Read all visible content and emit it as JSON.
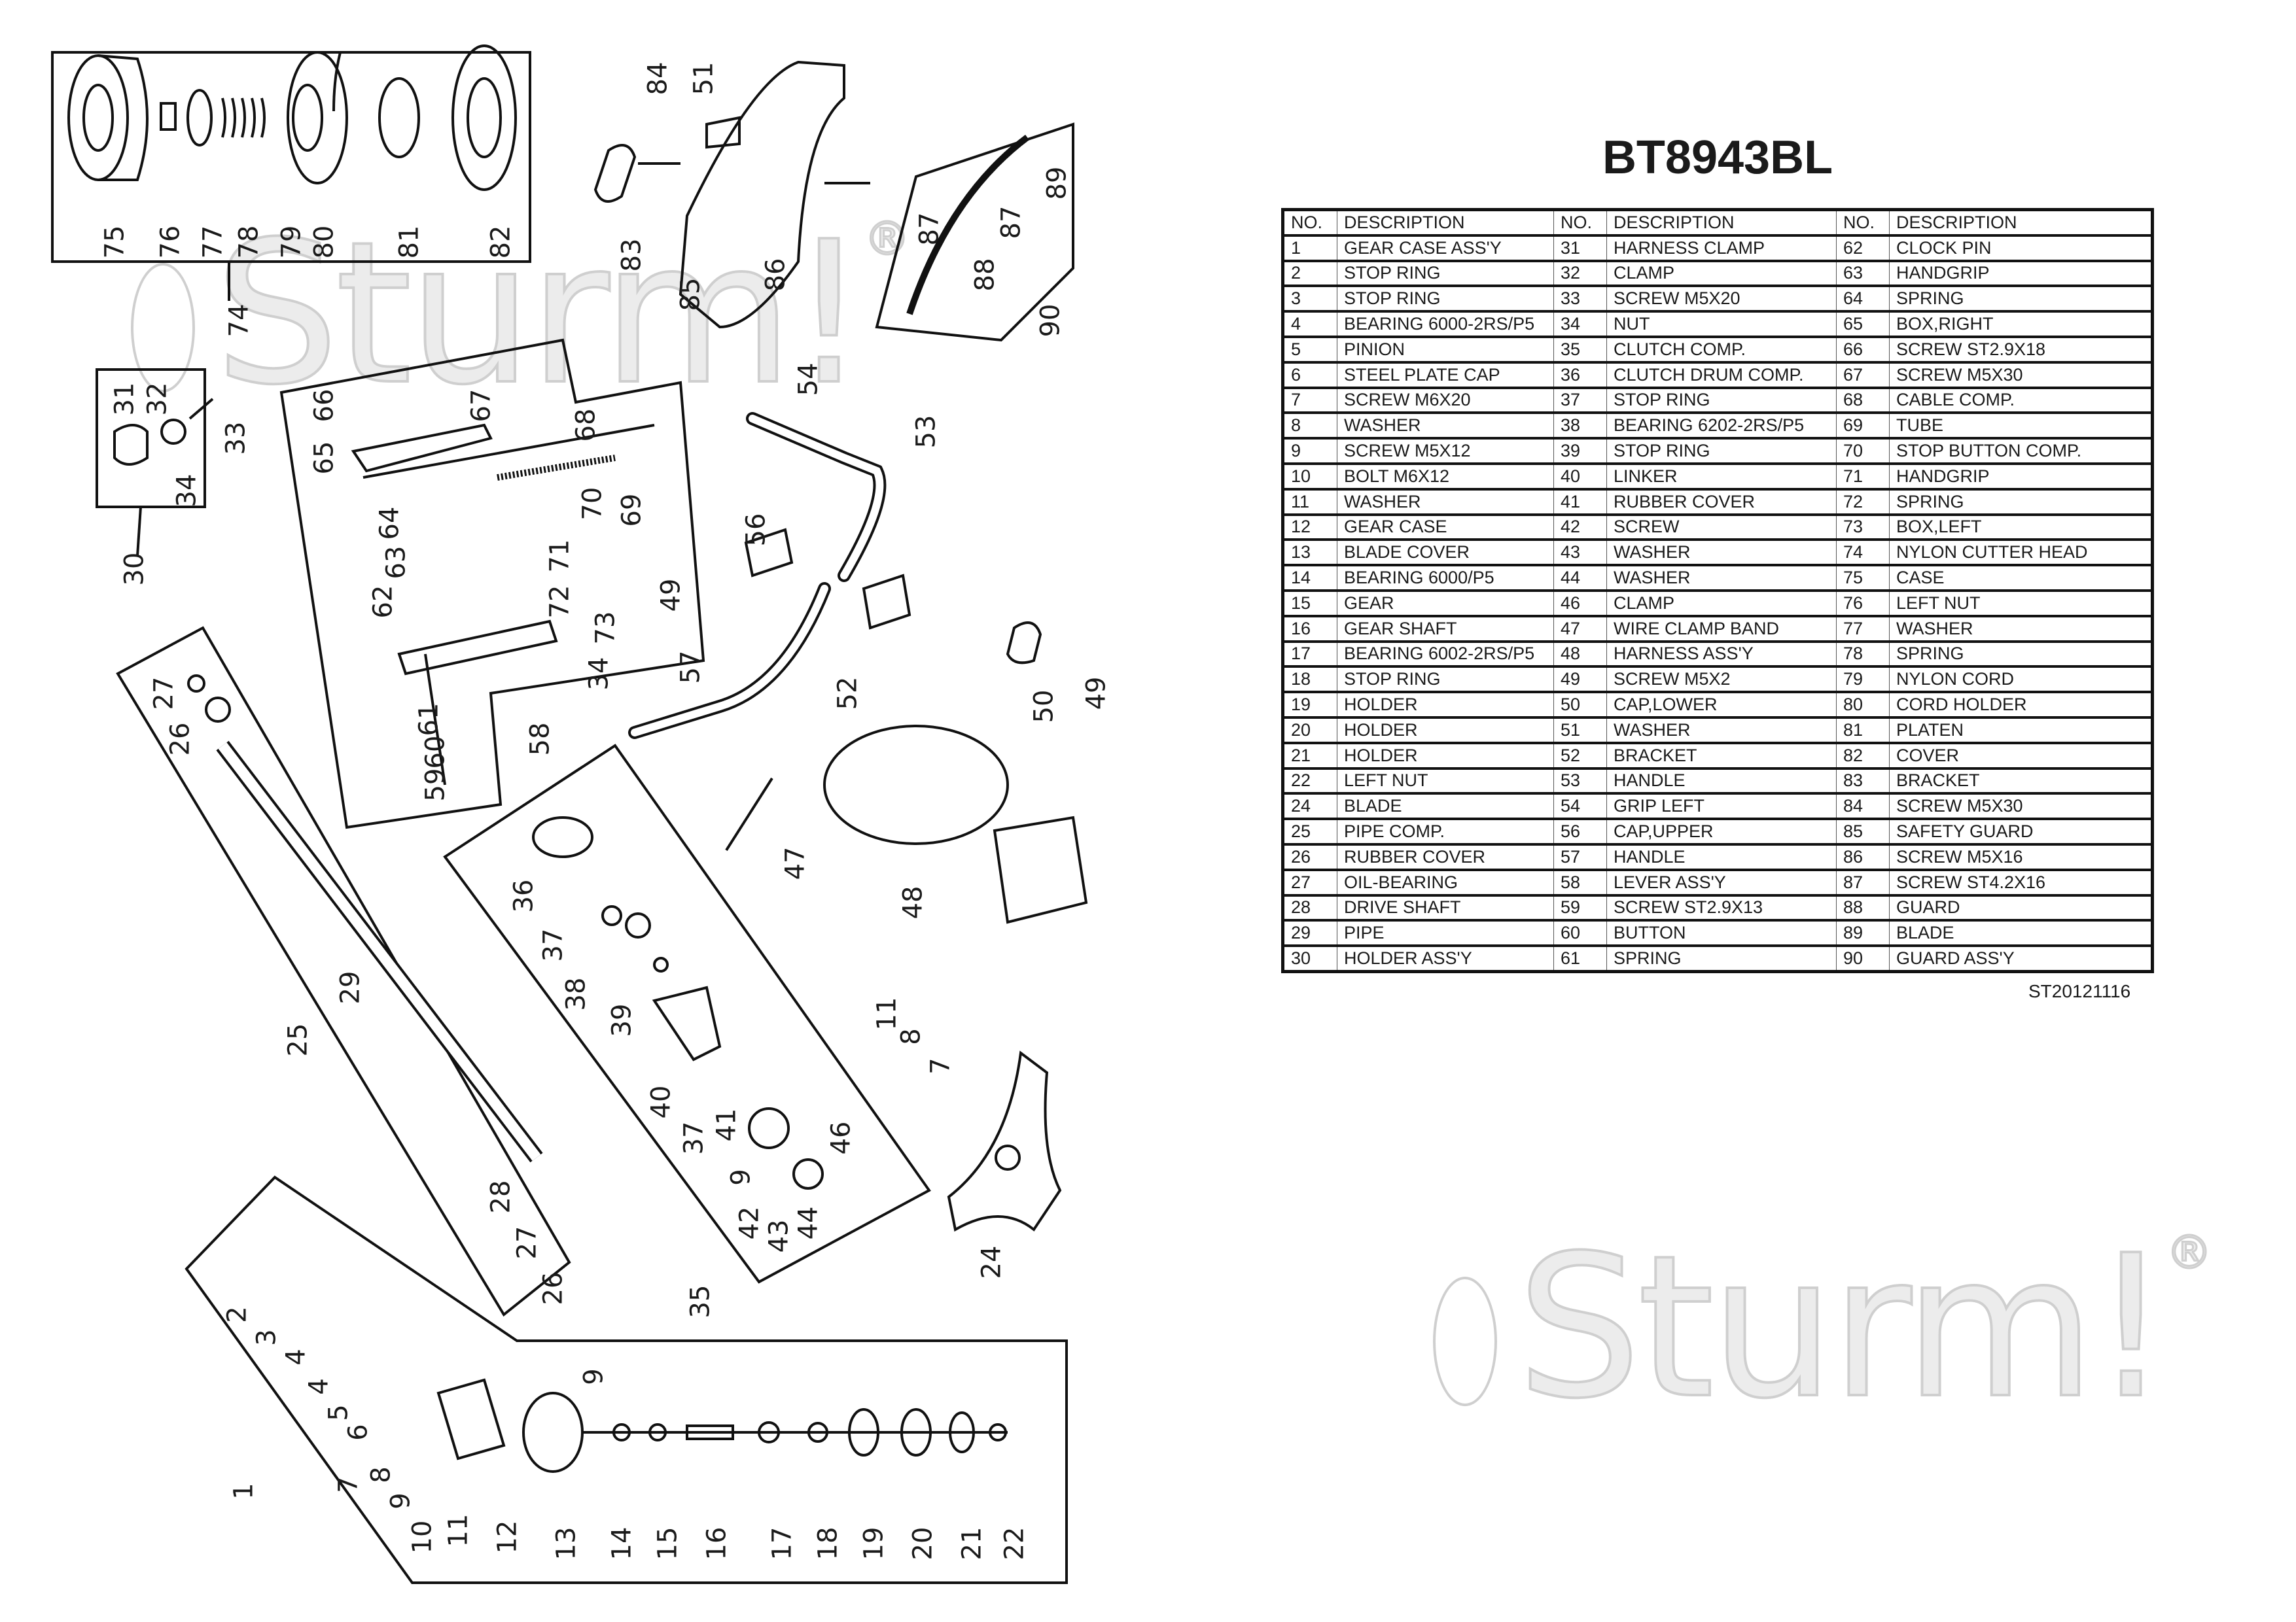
{
  "document": {
    "model": "BT8943BL",
    "doc_code": "ST20121116",
    "brand_watermark": "Sturm!",
    "registered_mark": "®"
  },
  "table": {
    "headers": {
      "no": "NO.",
      "description": "DESCRIPTION"
    },
    "rows": [
      [
        {
          "no": "1",
          "desc": "GEAR CASE ASS'Y"
        },
        {
          "no": "31",
          "desc": "HARNESS CLAMP"
        },
        {
          "no": "62",
          "desc": "CLOCK PIN"
        }
      ],
      [
        {
          "no": "2",
          "desc": "STOP RING"
        },
        {
          "no": "32",
          "desc": "CLAMP"
        },
        {
          "no": "63",
          "desc": "HANDGRIP"
        }
      ],
      [
        {
          "no": "3",
          "desc": "STOP RING"
        },
        {
          "no": "33",
          "desc": "SCREW M5X20"
        },
        {
          "no": "64",
          "desc": "SPRING"
        }
      ],
      [
        {
          "no": "4",
          "desc": "BEARING 6000-2RS/P5"
        },
        {
          "no": "34",
          "desc": "NUT"
        },
        {
          "no": "65",
          "desc": "BOX,RIGHT"
        }
      ],
      [
        {
          "no": "5",
          "desc": "PINION"
        },
        {
          "no": "35",
          "desc": "CLUTCH COMP."
        },
        {
          "no": "66",
          "desc": "SCREW ST2.9X18"
        }
      ],
      [
        {
          "no": "6",
          "desc": "STEEL PLATE CAP"
        },
        {
          "no": "36",
          "desc": "CLUTCH DRUM COMP."
        },
        {
          "no": "67",
          "desc": "SCREW M5X30"
        }
      ],
      [
        {
          "no": "7",
          "desc": "SCREW M6X20"
        },
        {
          "no": "37",
          "desc": "STOP RING"
        },
        {
          "no": "68",
          "desc": "CABLE COMP."
        }
      ],
      [
        {
          "no": "8",
          "desc": "WASHER"
        },
        {
          "no": "38",
          "desc": "BEARING 6202-2RS/P5"
        },
        {
          "no": "69",
          "desc": "TUBE"
        }
      ],
      [
        {
          "no": "9",
          "desc": "SCREW M5X12"
        },
        {
          "no": "39",
          "desc": "STOP RING"
        },
        {
          "no": "70",
          "desc": "STOP BUTTON COMP."
        }
      ],
      [
        {
          "no": "10",
          "desc": "BOLT M6X12"
        },
        {
          "no": "40",
          "desc": "LINKER"
        },
        {
          "no": "71",
          "desc": "HANDGRIP"
        }
      ],
      [
        {
          "no": "11",
          "desc": "WASHER"
        },
        {
          "no": "41",
          "desc": "RUBBER COVER"
        },
        {
          "no": "72",
          "desc": "SPRING"
        }
      ],
      [
        {
          "no": "12",
          "desc": "GEAR CASE"
        },
        {
          "no": "42",
          "desc": "SCREW"
        },
        {
          "no": "73",
          "desc": "BOX,LEFT"
        }
      ],
      [
        {
          "no": "13",
          "desc": "BLADE COVER"
        },
        {
          "no": "43",
          "desc": "WASHER"
        },
        {
          "no": "74",
          "desc": "NYLON CUTTER HEAD"
        }
      ],
      [
        {
          "no": "14",
          "desc": "BEARING 6000/P5"
        },
        {
          "no": "44",
          "desc": "WASHER"
        },
        {
          "no": "75",
          "desc": "CASE"
        }
      ],
      [
        {
          "no": "15",
          "desc": "GEAR"
        },
        {
          "no": "46",
          "desc": "CLAMP"
        },
        {
          "no": "76",
          "desc": "LEFT NUT"
        }
      ],
      [
        {
          "no": "16",
          "desc": "GEAR SHAFT"
        },
        {
          "no": "47",
          "desc": "WIRE CLAMP BAND"
        },
        {
          "no": "77",
          "desc": "WASHER"
        }
      ],
      [
        {
          "no": "17",
          "desc": "BEARING 6002-2RS/P5"
        },
        {
          "no": "48",
          "desc": "HARNESS ASS'Y"
        },
        {
          "no": "78",
          "desc": "SPRING"
        }
      ],
      [
        {
          "no": "18",
          "desc": "STOP RING"
        },
        {
          "no": "49",
          "desc": "SCREW M5X2"
        },
        {
          "no": "79",
          "desc": "NYLON CORD"
        }
      ],
      [
        {
          "no": "19",
          "desc": "HOLDER"
        },
        {
          "no": "50",
          "desc": "CAP,LOWER"
        },
        {
          "no": "80",
          "desc": "CORD HOLDER"
        }
      ],
      [
        {
          "no": "20",
          "desc": "HOLDER"
        },
        {
          "no": "51",
          "desc": "WASHER"
        },
        {
          "no": "81",
          "desc": "PLATEN"
        }
      ],
      [
        {
          "no": "21",
          "desc": "HOLDER"
        },
        {
          "no": "52",
          "desc": "BRACKET"
        },
        {
          "no": "82",
          "desc": "COVER"
        }
      ],
      [
        {
          "no": "22",
          "desc": "LEFT NUT"
        },
        {
          "no": "53",
          "desc": "HANDLE"
        },
        {
          "no": "83",
          "desc": "BRACKET"
        }
      ],
      [
        {
          "no": "24",
          "desc": "BLADE"
        },
        {
          "no": "54",
          "desc": "GRIP LEFT"
        },
        {
          "no": "84",
          "desc": "SCREW M5X30"
        }
      ],
      [
        {
          "no": "25",
          "desc": "PIPE COMP."
        },
        {
          "no": "56",
          "desc": "CAP,UPPER"
        },
        {
          "no": "85",
          "desc": "SAFETY GUARD"
        }
      ],
      [
        {
          "no": "26",
          "desc": "RUBBER COVER"
        },
        {
          "no": "57",
          "desc": "HANDLE"
        },
        {
          "no": "86",
          "desc": "SCREW M5X16"
        }
      ],
      [
        {
          "no": "27",
          "desc": "OIL-BEARING"
        },
        {
          "no": "58",
          "desc": "LEVER ASS'Y"
        },
        {
          "no": "87",
          "desc": "SCREW ST4.2X16"
        }
      ],
      [
        {
          "no": "28",
          "desc": "DRIVE SHAFT"
        },
        {
          "no": "59",
          "desc": "SCREW ST2.9X13"
        },
        {
          "no": "88",
          "desc": "GUARD"
        }
      ],
      [
        {
          "no": "29",
          "desc": "PIPE"
        },
        {
          "no": "60",
          "desc": "BUTTON"
        },
        {
          "no": "89",
          "desc": "BLADE"
        }
      ],
      [
        {
          "no": "30",
          "desc": "HOLDER ASS'Y"
        },
        {
          "no": "61",
          "desc": "SPRING"
        },
        {
          "no": "90",
          "desc": "GUARD ASS'Y"
        }
      ]
    ]
  },
  "diagram": {
    "callouts": [
      "75",
      "76",
      "77",
      "78",
      "79",
      "80",
      "81",
      "82",
      "74",
      "84",
      "51",
      "83",
      "85",
      "86",
      "87",
      "88",
      "87",
      "89",
      "90",
      "31",
      "32",
      "33",
      "34",
      "30",
      "66",
      "67",
      "68",
      "65",
      "69",
      "64",
      "70",
      "63",
      "71",
      "62",
      "72",
      "73",
      "34",
      "61",
      "60",
      "59",
      "58",
      "54",
      "53",
      "56",
      "49",
      "57",
      "52",
      "50",
      "49",
      "27",
      "26",
      "29",
      "25",
      "28",
      "27",
      "26",
      "47",
      "48",
      "36",
      "37",
      "38",
      "39",
      "40",
      "37",
      "41",
      "46",
      "9",
      "42",
      "43",
      "44",
      "35",
      "11",
      "8",
      "7",
      "24",
      "2",
      "3",
      "4",
      "4",
      "5",
      "6",
      "9",
      "8",
      "7",
      "9",
      "10",
      "11",
      "12",
      "13",
      "14",
      "15",
      "16",
      "17",
      "18",
      "19",
      "20",
      "21",
      "22",
      "1"
    ]
  }
}
